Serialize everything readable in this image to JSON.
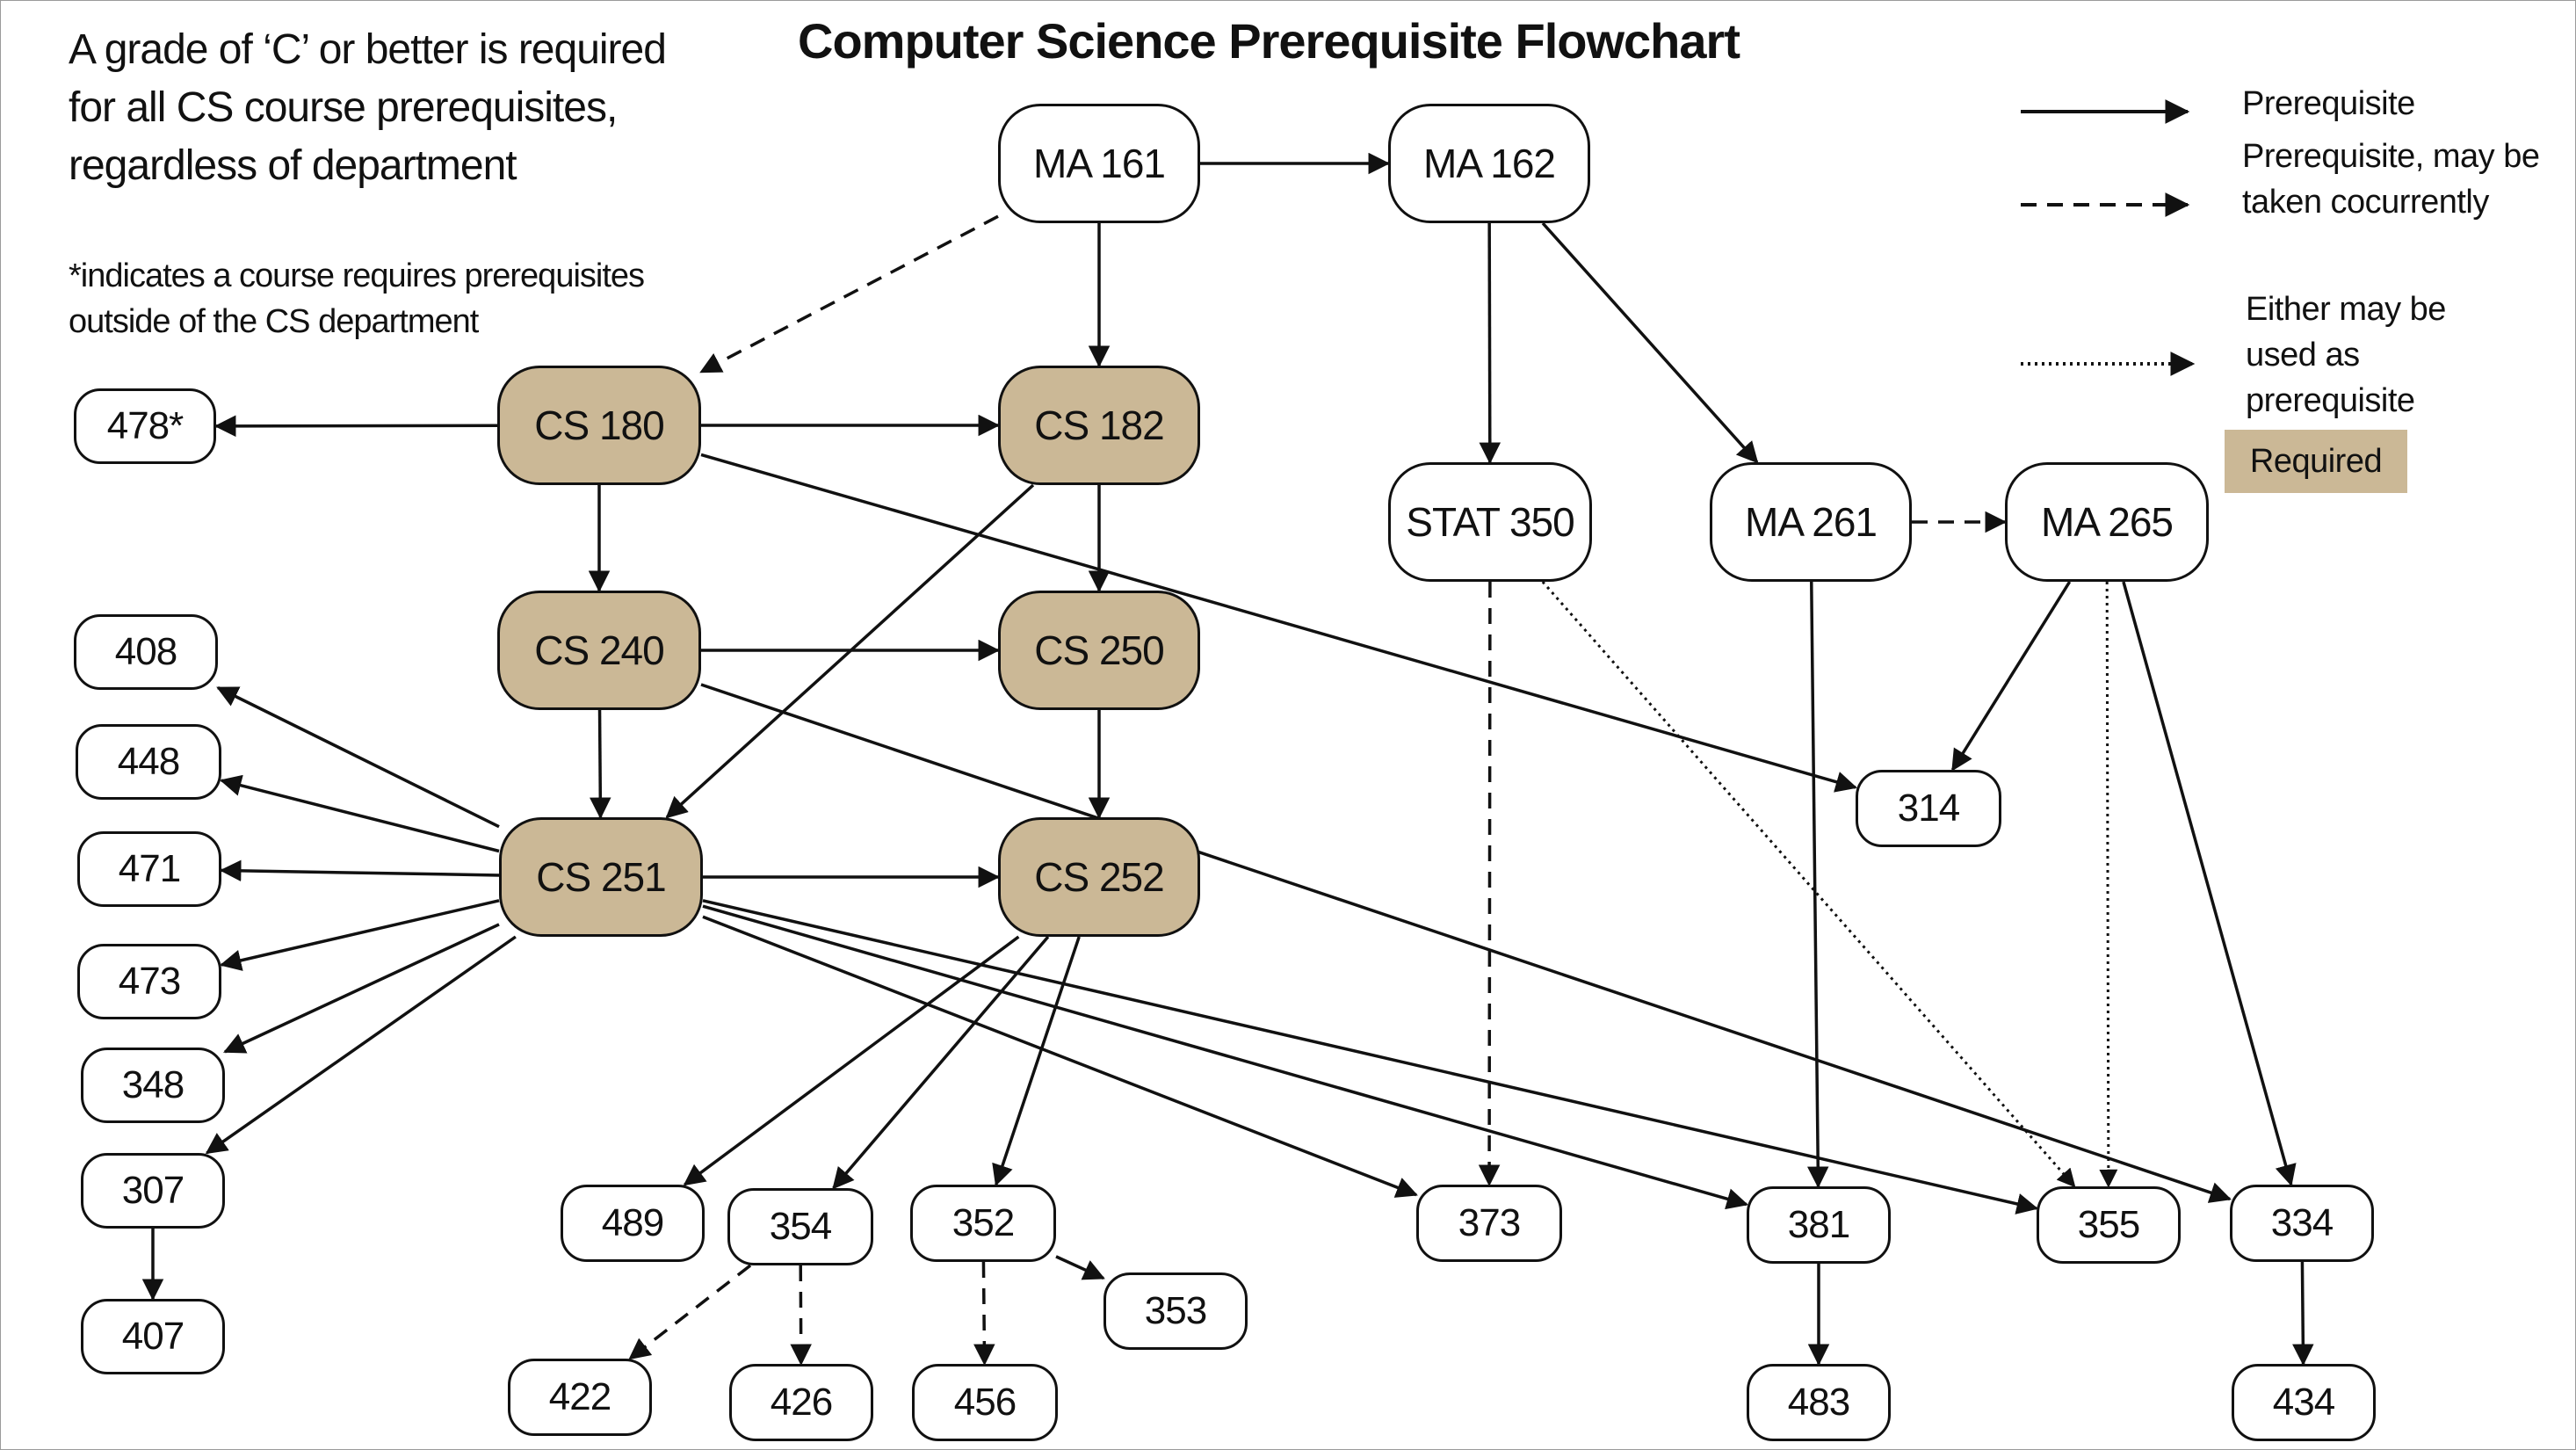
{
  "title": "Computer Science Prerequisite Flowchart",
  "note_lines": [
    "A grade of ‘C’ or better is required",
    "for all CS course prerequisites,",
    "regardless of department"
  ],
  "footnote_lines": [
    "*indicates a course requires prerequisites",
    "outside of the CS department"
  ],
  "legend": {
    "prerequisite": "Prerequisite",
    "concurrent_line1": "Prerequisite, may be",
    "concurrent_line2": "taken cocurrently",
    "either_line1": "Either may be",
    "either_line2": "used as",
    "either_line3": "prerequisite",
    "required": "Required"
  },
  "colors": {
    "required_fill": "#cbb896",
    "line": "#111111"
  },
  "courses": {
    "ma161": "MA 161",
    "ma162": "MA 162",
    "cs180": "CS 180",
    "cs182": "CS 182",
    "cs240": "CS 240",
    "cs250": "CS 250",
    "cs251": "CS 251",
    "cs252": "CS 252",
    "stat350": "STAT 350",
    "ma261": "MA 261",
    "ma265": "MA 265",
    "c478": "478*",
    "c408": "408",
    "c448": "448",
    "c471": "471",
    "c473": "473",
    "c348": "348",
    "c307": "307",
    "c407": "407",
    "c314": "314",
    "c489": "489",
    "c354": "354",
    "c352": "352",
    "c353": "353",
    "c373": "373",
    "c381": "381",
    "c355": "355",
    "c334": "334",
    "c422": "422",
    "c426": "426",
    "c456": "456",
    "c483": "483",
    "c434": "434"
  },
  "edges": [
    {
      "from": "ma161",
      "to": "ma162",
      "style": "solid"
    },
    {
      "from": "ma161",
      "to": "cs182",
      "style": "solid"
    },
    {
      "from": "ma161",
      "to": "cs180",
      "style": "dashed"
    },
    {
      "from": "cs180",
      "to": "c478",
      "style": "solid"
    },
    {
      "from": "cs180",
      "to": "cs182",
      "style": "solid"
    },
    {
      "from": "cs180",
      "to": "cs240",
      "style": "solid"
    },
    {
      "from": "cs180",
      "to": "c314",
      "style": "solid"
    },
    {
      "from": "cs182",
      "to": "cs250",
      "style": "solid"
    },
    {
      "from": "cs182",
      "to": "cs251",
      "style": "solid"
    },
    {
      "from": "cs240",
      "to": "cs250",
      "style": "solid"
    },
    {
      "from": "cs240",
      "to": "cs251",
      "style": "solid"
    },
    {
      "from": "cs240",
      "to": "c334",
      "style": "solid"
    },
    {
      "from": "cs250",
      "to": "cs252",
      "style": "solid"
    },
    {
      "from": "cs251",
      "to": "cs252",
      "style": "solid"
    },
    {
      "from": "cs251",
      "to": "c408",
      "style": "solid"
    },
    {
      "from": "cs251",
      "to": "c448",
      "style": "solid"
    },
    {
      "from": "cs251",
      "to": "c471",
      "style": "solid"
    },
    {
      "from": "cs251",
      "to": "c473",
      "style": "solid"
    },
    {
      "from": "cs251",
      "to": "c348",
      "style": "solid"
    },
    {
      "from": "cs251",
      "to": "c307",
      "style": "solid"
    },
    {
      "from": "cs251",
      "to": "c373",
      "style": "solid"
    },
    {
      "from": "cs251",
      "to": "c381",
      "style": "solid"
    },
    {
      "from": "cs251",
      "to": "c355",
      "style": "solid"
    },
    {
      "from": "cs252",
      "to": "c489",
      "style": "solid"
    },
    {
      "from": "cs252",
      "to": "c354",
      "style": "solid"
    },
    {
      "from": "cs252",
      "to": "c352",
      "style": "solid"
    },
    {
      "from": "c307",
      "to": "c407",
      "style": "solid"
    },
    {
      "from": "c354",
      "to": "c422",
      "style": "dashed"
    },
    {
      "from": "c354",
      "to": "c426",
      "style": "dashed"
    },
    {
      "from": "c352",
      "to": "c456",
      "style": "dashed"
    },
    {
      "from": "c352",
      "to": "c353",
      "style": "solid"
    },
    {
      "from": "ma162",
      "to": "stat350",
      "style": "solid"
    },
    {
      "from": "ma162",
      "to": "ma261",
      "style": "solid"
    },
    {
      "from": "ma261",
      "to": "ma265",
      "style": "dashed"
    },
    {
      "from": "stat350",
      "to": "c373",
      "style": "dashed"
    },
    {
      "from": "stat350",
      "to": "c355",
      "style": "dotted"
    },
    {
      "from": "ma261",
      "to": "c381",
      "style": "solid"
    },
    {
      "from": "ma265",
      "to": "c314",
      "style": "solid"
    },
    {
      "from": "ma265",
      "to": "c355",
      "style": "dotted"
    },
    {
      "from": "ma265",
      "to": "c334",
      "style": "solid"
    },
    {
      "from": "c381",
      "to": "c483",
      "style": "solid"
    },
    {
      "from": "c334",
      "to": "c434",
      "style": "solid"
    }
  ]
}
